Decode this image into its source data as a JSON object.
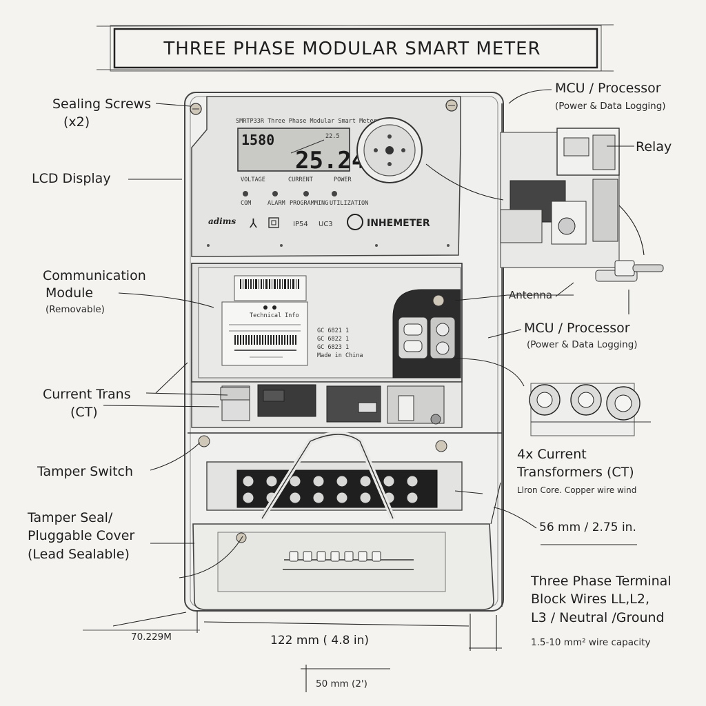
{
  "title": "THREE PHASE MODULAR SMART METER",
  "callouts": {
    "sealing_screws": [
      "Sealing Screws",
      "(x2)"
    ],
    "lcd_display": "LCD Display",
    "comm_module": [
      "Communication",
      "Module",
      "(Removable)"
    ],
    "current_trans": [
      "Current Trans",
      "(CT)"
    ],
    "tamper_switch": "Tamper Switch",
    "tamper_seal": [
      "Tamper Seal/",
      "Pluggable Cover",
      "(Lead Sealable)"
    ],
    "mcu_top": [
      "MCU / Processor",
      "(Power & Data Logging)"
    ],
    "relay": "Relay",
    "antenna": "Antenna",
    "mcu_mid": [
      "MCU / Processor",
      "(Power & Data Logging)"
    ],
    "ct4": [
      "4x Current",
      "Transformers (CT)",
      "Llron Core. Copper wire wind"
    ],
    "terminal": [
      "Three Phase Terminal",
      "Block Wires LL,L2,",
      "L3 / Neutral /Ground",
      "1.5-10 mm² wire capacity"
    ]
  },
  "dimensions": {
    "side_depth": "56 mm / 2.75 in.",
    "width": "122 mm ( 4.8 in)",
    "bottom": "50 mm (2')",
    "left": "70.229M"
  },
  "meter": {
    "header_text": "SMRTP33R Three Phase Modular Smart Meter",
    "lcd_small": "1580",
    "lcd_top_right": "22.5",
    "lcd_main": "25.24",
    "labels_row1": [
      "VOLTAGE",
      "CURRENT",
      "POWER"
    ],
    "labels_row2": [
      "COM",
      "ALARM",
      "PROGRAMMING",
      "UTILIZATION"
    ],
    "brand_left": "adims",
    "rating": "IP54",
    "class": "UC3",
    "brand_right": "INHEMETER",
    "module_label": "Technical Info",
    "module_specs": [
      "GC 6821 1",
      "GC 6822 1",
      "GC 6823 1",
      "Made in China"
    ]
  },
  "colors": {
    "paper": "#f4f3f0",
    "ink": "#1e1e1e",
    "panel": "#e6e6e4"
  }
}
